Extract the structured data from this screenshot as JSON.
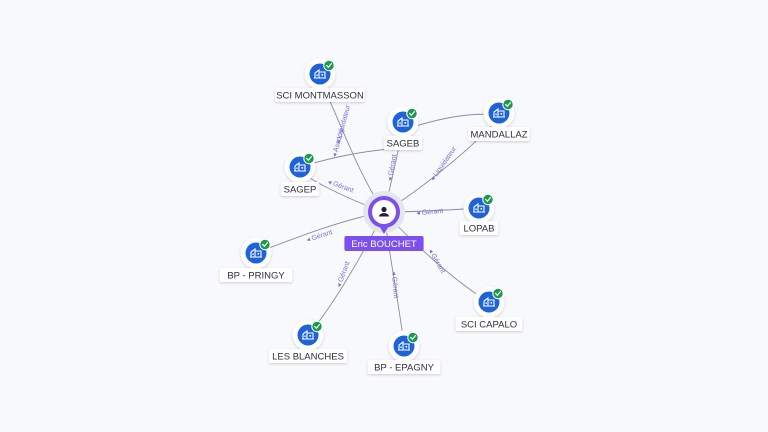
{
  "center": {
    "label": "Eric BOUCHET"
  },
  "colors": {
    "accent": "#7b4ff0",
    "company": "#1f63d8",
    "check": "#1a9a4b",
    "edge": "#8a8ea0",
    "edge_label": "#7a6fd0"
  },
  "nodes": [
    {
      "id": "sci-montmasson",
      "label": "SCI MONTMASSON",
      "icon": "company-building-icon",
      "status": "verified-check-icon"
    },
    {
      "id": "sageb",
      "label": "SAGEB",
      "icon": "company-building-icon",
      "status": "verified-check-icon"
    },
    {
      "id": "mandallaz",
      "label": "MANDALLAZ",
      "icon": "company-building-icon",
      "status": "verified-check-icon"
    },
    {
      "id": "sagep",
      "label": "SAGEP",
      "icon": "company-building-icon",
      "status": "verified-check-icon"
    },
    {
      "id": "lopab",
      "label": "LOPAB",
      "icon": "company-building-icon",
      "status": "verified-check-icon"
    },
    {
      "id": "bp-pringy",
      "label": "BP - PRINGY",
      "icon": "company-building-icon",
      "status": "verified-check-icon"
    },
    {
      "id": "sci-capalo",
      "label": "SCI CAPALO",
      "icon": "company-building-icon",
      "status": "verified-check-icon"
    },
    {
      "id": "les-blanches",
      "label": "LES BLANCHES",
      "icon": "company-building-icon",
      "status": "verified-check-icon"
    },
    {
      "id": "bp-epagny",
      "label": "BP - EPAGNY",
      "icon": "company-building-icon",
      "status": "verified-check-icon"
    }
  ],
  "edges": [
    {
      "to": "sci-montmasson",
      "labels": [
        "Liquidateur",
        "Associé"
      ]
    },
    {
      "to": "sageb",
      "labels": [
        "Gérant"
      ]
    },
    {
      "to": "mandallaz",
      "labels": [
        "Liquidateur"
      ]
    },
    {
      "to": "sagep",
      "labels": [
        "Gérant"
      ]
    },
    {
      "to": "lopab",
      "labels": [
        "Gérant"
      ]
    },
    {
      "to": "bp-pringy",
      "labels": [
        "Gérant"
      ]
    },
    {
      "to": "sci-capalo",
      "labels": [
        "Gérant"
      ]
    },
    {
      "to": "les-blanches",
      "labels": [
        "Gérant"
      ]
    },
    {
      "to": "bp-epagny",
      "labels": [
        "Gérant"
      ]
    }
  ]
}
